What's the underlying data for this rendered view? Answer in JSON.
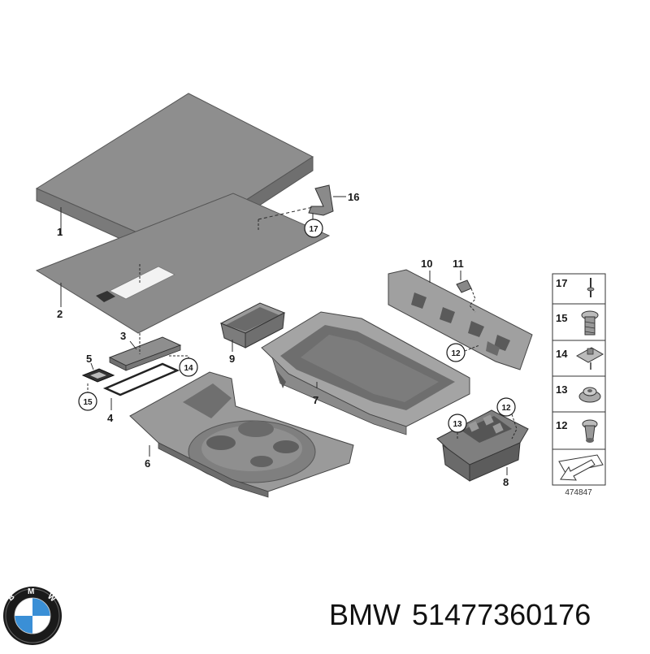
{
  "diagram": {
    "callouts": [
      "1",
      "2",
      "3",
      "4",
      "5",
      "6",
      "7",
      "8",
      "9",
      "10",
      "11",
      "16"
    ],
    "circled_callouts": [
      "17",
      "14",
      "15",
      "12",
      "12",
      "13"
    ],
    "legend": [
      "17",
      "15",
      "14",
      "13",
      "12"
    ],
    "diagram_id": "474847"
  },
  "caption": {
    "brand": "BMW",
    "part_number": "51477360176"
  },
  "colors": {
    "part_fill": "#8e8e8e",
    "part_dark": "#6f6f6f",
    "part_light": "#b0b0b0",
    "outline": "#2a2a2a",
    "logo_blue": "#3a8fd6"
  }
}
